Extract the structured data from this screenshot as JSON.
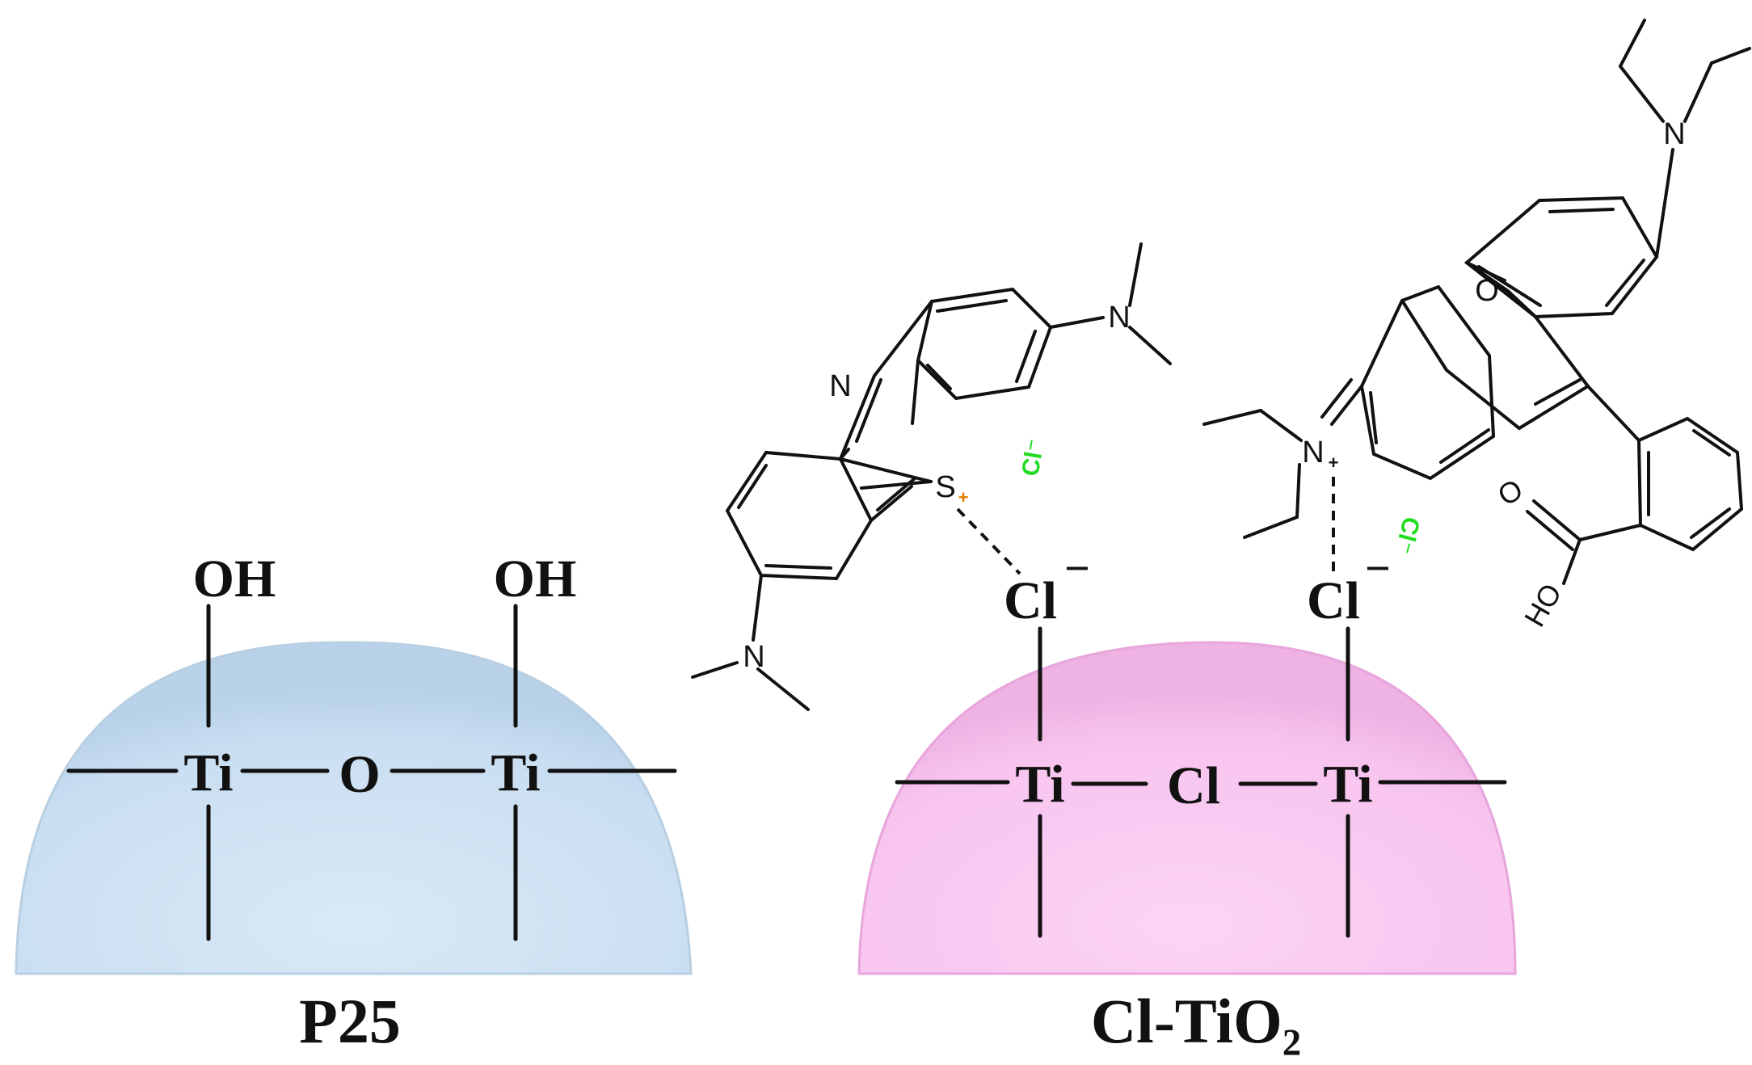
{
  "p25": {
    "caption": "P25",
    "oh_left": "OH",
    "oh_right": "OH",
    "ti_left": "Ti",
    "bridge": "O",
    "ti_right": "Ti"
  },
  "cltio2": {
    "caption": "Cl-TiO₂",
    "cl_left": "Cl",
    "cl_right": "Cl",
    "ti_left": "Ti",
    "bridge": "Cl",
    "ti_right": "Ti",
    "minus": "−"
  },
  "methylene_blue": {
    "n_ring": "N",
    "s": "S",
    "n_amine_top": "N",
    "n_amine_bottom": "N",
    "plus": "+",
    "counter_ion": "Cl⁻"
  },
  "rhodamine_b": {
    "o_ring": "O",
    "n_amine": "N",
    "n_iminium": "N",
    "plus": "+",
    "carbonyl_o": "O",
    "hydroxyl": "HO",
    "counter_ion": "Cl⁻"
  },
  "colors": {
    "p25_hemisphere": "#cfe3f3",
    "cltio2_hemisphere": "#f8c8f0",
    "chloride_label": "#22dd22",
    "cation_charge": "#e87a00"
  }
}
